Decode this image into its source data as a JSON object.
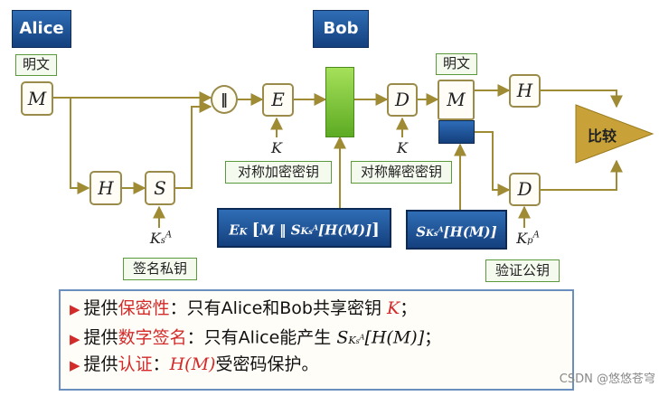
{
  "parties": {
    "alice": "Alice",
    "bob": "Bob"
  },
  "labels": {
    "plaintext_left": "明文",
    "plaintext_right": "明文",
    "sym_enc_key": "对称加密密钥",
    "sym_dec_key": "对称解密密钥",
    "sign_private_key": "签名私钥",
    "verify_public_key": "验证公钥",
    "compare": "比较"
  },
  "nodes": {
    "M_left": "M",
    "H_left": "H",
    "S": "S",
    "concat": "‖",
    "E": "E",
    "D_top": "D",
    "M_right": "M",
    "H_right": "H",
    "D_bottom": "D"
  },
  "keys": {
    "K_enc": "K",
    "K_dec": "K",
    "Ks": "K",
    "Ks_sub": "s",
    "Ks_sup": "A",
    "Kp": "K",
    "Kp_sub": "p",
    "Kp_sup": "A"
  },
  "formulas": {
    "cipher": {
      "E": "E",
      "E_sub": "K",
      "bracket_open": "[",
      "M": "M",
      "concat": "‖",
      "S": "S",
      "S_sub": "K",
      "S_subsub": "s",
      "S_subsup": "A",
      "inner": "[H(M)]",
      "bracket_close": "]"
    },
    "signature": {
      "S": "S",
      "S_sub": "K",
      "S_subsub": "s",
      "S_subsup": "A",
      "inner": "[H(M)]"
    }
  },
  "notes": {
    "line1": {
      "prefix": "提供",
      "highlight": "保密性",
      "text": "：只有Alice和Bob共享密钥 ",
      "key": "K",
      "suffix": "；"
    },
    "line2": {
      "prefix": "提供",
      "highlight": "数字签名",
      "text": "：只有Alice能产生 ",
      "S": "S",
      "S_sub": "K",
      "S_subsub": "s",
      "S_subsup": "A",
      "inner": "[H(M)]",
      "suffix": "；"
    },
    "line3": {
      "prefix": "提供",
      "highlight": "认证",
      "text": "：",
      "expr": "H(M)",
      "suffix": "受密码保护。"
    }
  },
  "watermark": "CSDN @悠悠苍穹",
  "colors": {
    "line": "#a08b35",
    "bluebox": "#1f4f95",
    "green": "#5a9a3c",
    "red": "#d32a2a"
  }
}
